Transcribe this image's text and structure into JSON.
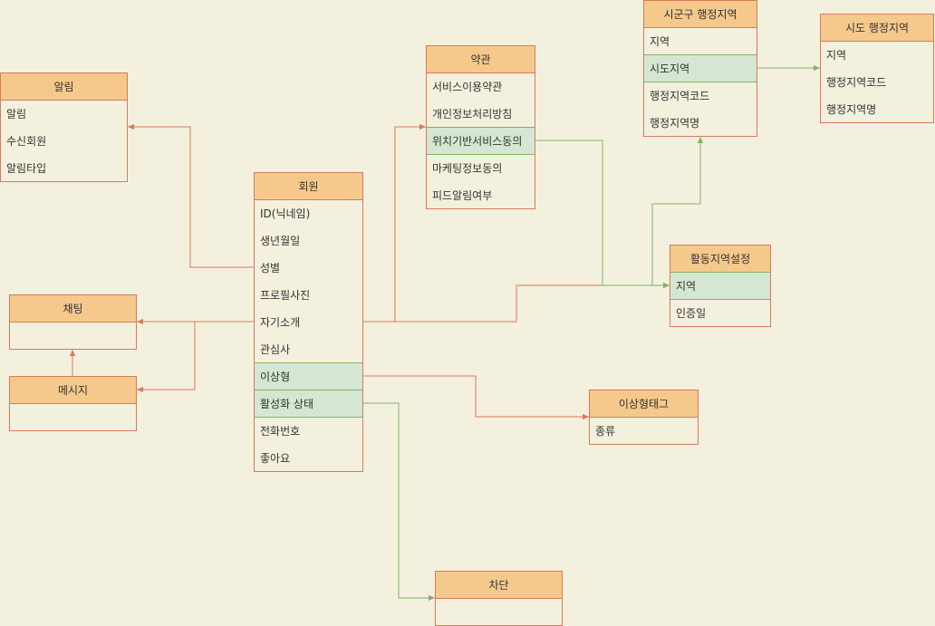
{
  "entities": {
    "alarm": {
      "title": "알림",
      "fields": [
        "알림",
        "수신회원",
        "알림타입"
      ]
    },
    "member": {
      "title": "회원",
      "fields": [
        "ID(닉네임)",
        "생년월일",
        "성별",
        "프로필사진",
        "자기소개",
        "관심사",
        "이상형",
        "활성화 상태",
        "전화번호",
        "좋아요"
      ]
    },
    "terms": {
      "title": "약관",
      "fields": [
        "서비스이용약관",
        "개인정보처리방침",
        "위치기반서비스동의",
        "마케팅정보동의",
        "피드알림여부"
      ]
    },
    "sigungu": {
      "title": "시군구 행정지역",
      "fields": [
        "지역",
        "시도지역",
        "행정지역코드",
        "행정지역명"
      ]
    },
    "sido": {
      "title": "시도 행정지역",
      "fields": [
        "지역",
        "행정지역코드",
        "행정지역명"
      ]
    },
    "activity_region": {
      "title": "활동지역설정",
      "fields": [
        "지역",
        "인증일"
      ]
    },
    "chat": {
      "title": "채팅",
      "fields": []
    },
    "message": {
      "title": "메시지",
      "fields": []
    },
    "ideal_tag": {
      "title": "이상형태그",
      "fields": [
        "종류"
      ]
    },
    "block": {
      "title": "차단",
      "fields": []
    }
  },
  "colors": {
    "background": "#f4f0de",
    "header_fill": "#f5c98b",
    "entity_border": "#d87a5c",
    "highlight_fill": "#d5e7d3",
    "highlight_border": "#82b366",
    "edge_red": "#d87a5c",
    "edge_green": "#82b366"
  }
}
